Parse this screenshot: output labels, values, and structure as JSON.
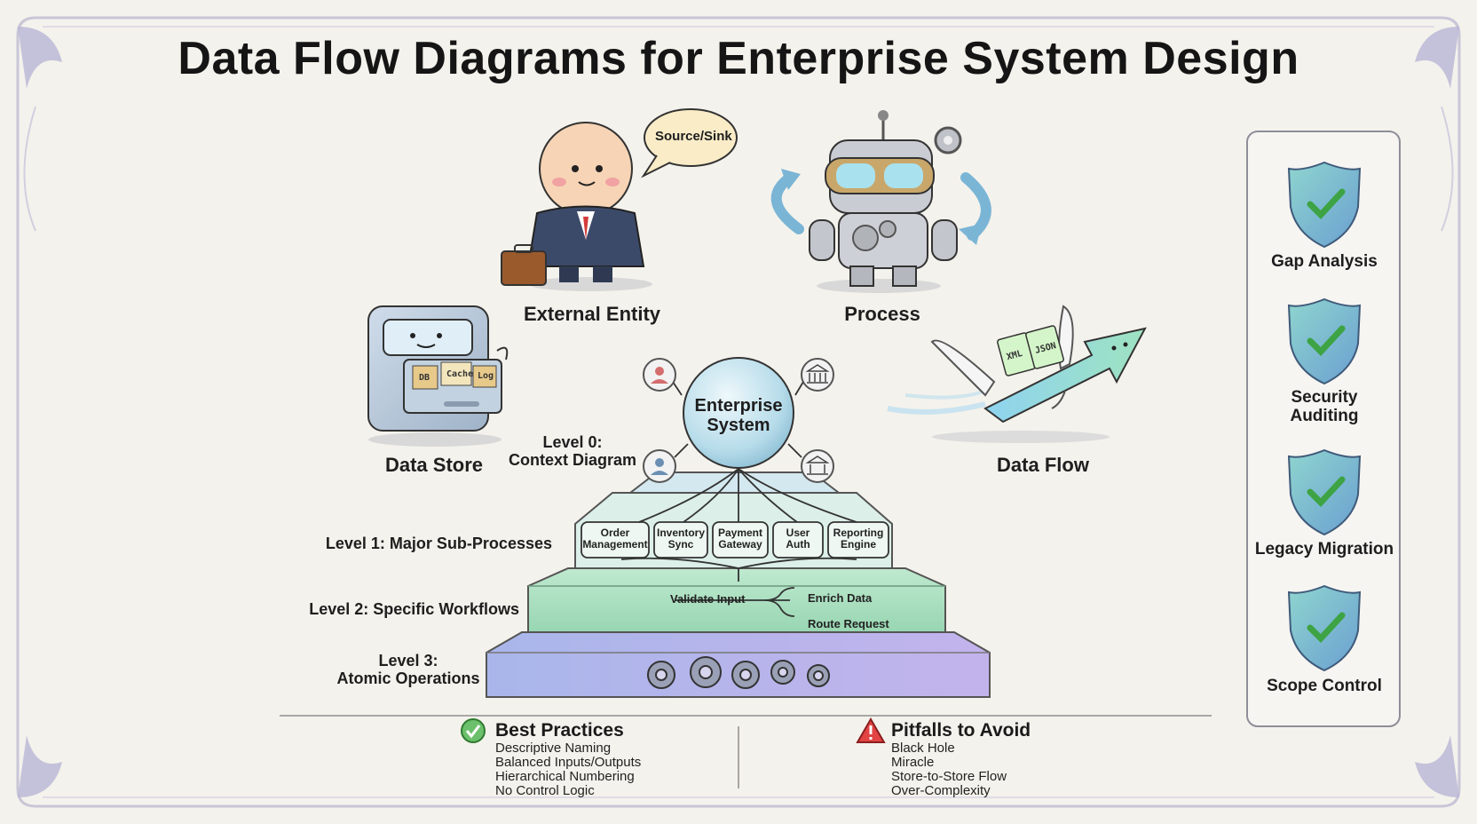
{
  "title": "Data Flow Diagrams for Enterprise System Design",
  "elements": {
    "external_entity": {
      "label": "External Entity",
      "bubble": "Source/Sink"
    },
    "process": {
      "label": "Process"
    },
    "data_store": {
      "label": "Data Store",
      "tags": [
        "DB",
        "Cache",
        "Log"
      ]
    },
    "data_flow": {
      "label": "Data Flow",
      "docs": [
        "XML",
        "JSON"
      ]
    }
  },
  "pyramid": {
    "center": {
      "line1": "Enterprise",
      "line2": "System"
    },
    "level0": {
      "line1": "Level 0:",
      "line2": "Context Diagram"
    },
    "level1": {
      "label": "Level 1: Major Sub-Processes",
      "boxes": [
        {
          "line1": "Order",
          "line2": "Management"
        },
        {
          "line1": "Inventory",
          "line2": "Sync"
        },
        {
          "line1": "Payment",
          "line2": "Gateway"
        },
        {
          "line1": "User",
          "line2": "Auth"
        },
        {
          "line1": "Reporting",
          "line2": "Engine"
        }
      ]
    },
    "level2": {
      "label": "Level 2: Specific Workflows",
      "steps": [
        "Validate Input",
        "Enrich Data",
        "Route Request"
      ]
    },
    "level3": {
      "line1": "Level 3:",
      "line2": "Atomic Operations"
    }
  },
  "sidebar": {
    "items": [
      {
        "line1": "Gap Analysis",
        "line2": ""
      },
      {
        "line1": "Security",
        "line2": "Auditing"
      },
      {
        "line1": "Legacy Migration",
        "line2": ""
      },
      {
        "line1": "Scope Control",
        "line2": ""
      }
    ]
  },
  "best_practices": {
    "heading": "Best Practices",
    "items": [
      "Descriptive Naming",
      "Balanced Inputs/Outputs",
      "Hierarchical Numbering",
      "No Control Logic"
    ]
  },
  "pitfalls": {
    "heading": "Pitfalls to Avoid",
    "items": [
      "Black Hole",
      "Miracle",
      "Store-to-Store Flow",
      "Over-Complexity"
    ]
  },
  "colors": {
    "background": "#f4f2ec",
    "shield": "#7fc9c6",
    "check": "#4caf50",
    "warning": "#d9393a",
    "level1": "#dcefe9",
    "level2": "#a9e0bf",
    "level3": "#b9b6ea",
    "sphere": "#bfe2ef"
  }
}
